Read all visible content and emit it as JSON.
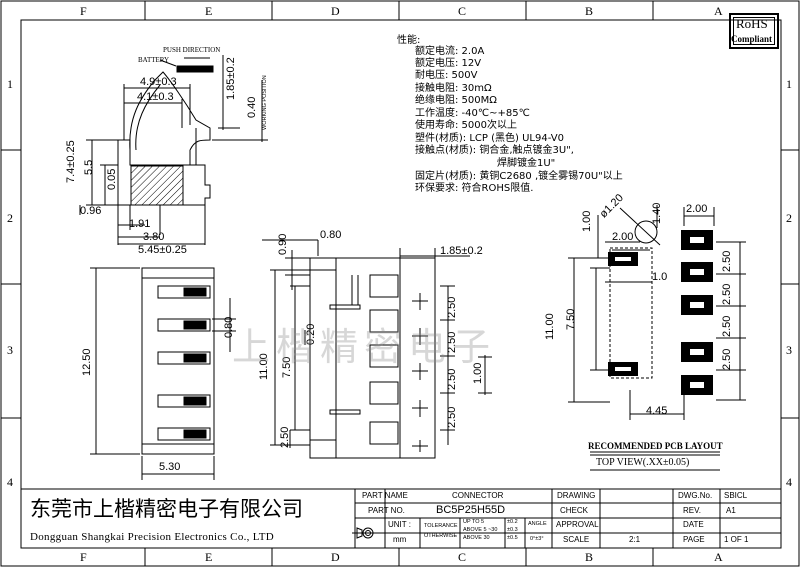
{
  "border": {
    "columns_top": [
      "F",
      "E",
      "D",
      "C",
      "B",
      "A"
    ],
    "columns_bottom": [
      "F",
      "E",
      "D",
      "C",
      "B",
      "A"
    ],
    "rows": [
      "1",
      "2",
      "3",
      "4"
    ]
  },
  "rohs": {
    "line1": "RoHS",
    "line2": "Compliant"
  },
  "side_view": {
    "push_direction": "PUSH DIRECTION",
    "battery": "BATTERY",
    "working_position": "WORKING POSITION",
    "dims": {
      "w_4_9": "4.9±0.3",
      "w_4_1": "4.1±0.3",
      "h_1_85_a": "1.85±0.2",
      "h_0_40": "0.40",
      "h_7_4": "7.4±0.25",
      "h_5_5": "5.5",
      "h_0_05": "0.05",
      "w_0_96": "0.96",
      "w_1_91": "1.91",
      "w_3_80": "3.80",
      "w_5_45": "5.45±0.25"
    }
  },
  "specs": {
    "heading": "性能:",
    "lines": [
      "额定电流: 2.0A",
      "额定电压: 12V",
      "耐电压: 500V",
      "接触电阻: 30mΩ",
      "绝缘电阻: 500MΩ",
      "工作温度: -40℃~+85℃",
      "使用寿命: 5000次以上",
      "塑件(材质): LCP (黑色) UL94-V0",
      "接触点(材质): 铜合金,触点镀金3U\",",
      "焊脚镀金1U\"",
      "固定片(材质): 黄铜C2680 ,镀全雾锡70U\"以上",
      "环保要求: 符合ROHS限值."
    ]
  },
  "front_view": {
    "dims": {
      "h_12_50": "12.50",
      "h_0_80": "0.80",
      "w_5_30": "5.30"
    }
  },
  "top_view": {
    "dims": {
      "w_0_80": "0.80",
      "h_0_90": "0.90",
      "w_1_85": "1.85±0.2",
      "h_0_20": "0.20",
      "h_11_00": "11.00",
      "h_7_50": "7.50",
      "h_2_50_a": "2.50",
      "h_2_50_b": "2.50",
      "h_2_50_c": "2.50",
      "h_2_50_d": "2.50",
      "h_2_50_e": "2.50",
      "h_1_00": "1.00"
    }
  },
  "pcb": {
    "dims": {
      "dia": "ø1.20",
      "h_1_40": "1.40",
      "w_2_00_top": "2.00",
      "h_1_00": "1.00",
      "w_2_00": "2.00",
      "w_1_0": "1.0",
      "h_11_00": "11.00",
      "h_7_50": "7.50",
      "h_2_50_1": "2.50",
      "h_2_50_2": "2.50",
      "h_2_50_3": "2.50",
      "h_2_50_4": "2.50",
      "w_4_45": "4.45"
    },
    "caption1": "RECOMMENDED PCB LAYOUT",
    "caption2": "TOP VIEW(.XX±0.05)"
  },
  "watermark": "上楷精密电子",
  "company": {
    "cn": "东莞市上楷精密电子有限公司",
    "en": "Dongguan Shangkai Precision Electronics Co., LTD"
  },
  "title_block": {
    "part_name_label": "PART NAME",
    "part_name": "CONNECTOR",
    "part_no_label": "PART NO.",
    "part_no": "BC5P25H55D",
    "unit_label": "UNIT :",
    "unit": "mm",
    "tolerance_label": "TOLERANCE",
    "otherwise_label": "OTHERWISE",
    "tol_upto5": "UP TO 5",
    "tol_5_30": "ABOVE 5 ~30",
    "tol_above30": "ABOVE 30",
    "tol_v1": "±0.2",
    "tol_v2": "±0.3",
    "tol_v3": "±0.5",
    "angle_label": "ANGLE",
    "angle_val": "0°±3°",
    "drawing_label": "DRAWING",
    "check_label": "CHECK",
    "approval_label": "APPROVAL",
    "scale_label": "SCALE",
    "scale": "2:1",
    "dwg_no_label": "DWG.No.",
    "dwg_no": "SBICL",
    "rev_label": "REV.",
    "rev": "A1",
    "date_label": "DATE",
    "page_label": "PAGE",
    "page": "1 OF 1"
  }
}
